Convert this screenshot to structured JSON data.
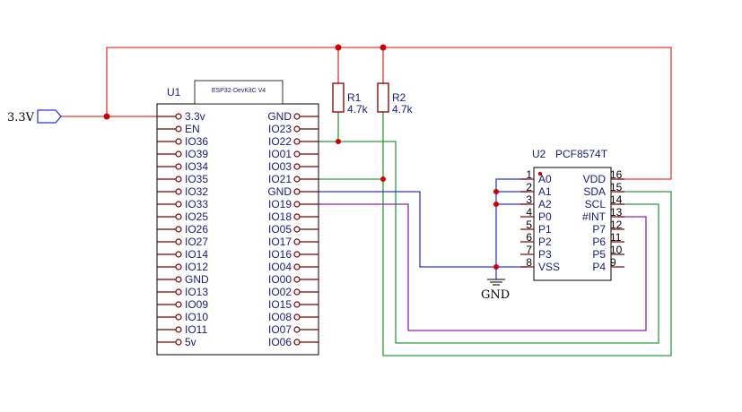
{
  "colors": {
    "power_wire": "#e53935",
    "sda_wire": "#2e9e3e",
    "scl_wire": "#2e9e3e",
    "gnd_wire": "#3333dd",
    "int_wire": "#8e24aa",
    "component": "#7a0000",
    "text": "#1a1a7a",
    "junction": "#cc0000"
  },
  "power_label": {
    "text": "3.3V"
  },
  "gnd_label": {
    "text": "GND"
  },
  "u1": {
    "ref": "U1",
    "module": "ESP32-DevKitC V4",
    "left_pins": [
      "3.3v",
      "EN",
      "IO36",
      "IO39",
      "IO34",
      "IO35",
      "IO32",
      "IO33",
      "IO25",
      "IO26",
      "IO27",
      "IO14",
      "IO12",
      "GND",
      "IO13",
      "IO09",
      "IO10",
      "IO11",
      "5v"
    ],
    "right_pins": [
      "GND",
      "IO23",
      "IO22",
      "IO01",
      "IO03",
      "IO21",
      "GND",
      "IO19",
      "IO18",
      "IO05",
      "IO17",
      "IO16",
      "IO04",
      "IO00",
      "IO02",
      "IO15",
      "IO08",
      "IO07",
      "IO06"
    ]
  },
  "r1": {
    "ref": "R1",
    "value": "4.7k"
  },
  "r2": {
    "ref": "R2",
    "value": "4.7k"
  },
  "u2": {
    "ref": "U2",
    "part": "PCF8574T",
    "left_pins": [
      {
        "num": "1",
        "name": "A0"
      },
      {
        "num": "2",
        "name": "A1"
      },
      {
        "num": "3",
        "name": "A2"
      },
      {
        "num": "4",
        "name": "P0"
      },
      {
        "num": "5",
        "name": "P1"
      },
      {
        "num": "6",
        "name": "P2"
      },
      {
        "num": "7",
        "name": "P3"
      },
      {
        "num": "8",
        "name": "VSS"
      }
    ],
    "right_pins": [
      {
        "num": "16",
        "name": "VDD"
      },
      {
        "num": "15",
        "name": "SDA"
      },
      {
        "num": "14",
        "name": "SCL"
      },
      {
        "num": "13",
        "name": "#INT"
      },
      {
        "num": "12",
        "name": "P7"
      },
      {
        "num": "11",
        "name": "P6"
      },
      {
        "num": "10",
        "name": "P5"
      },
      {
        "num": "9",
        "name": "P4"
      }
    ]
  }
}
